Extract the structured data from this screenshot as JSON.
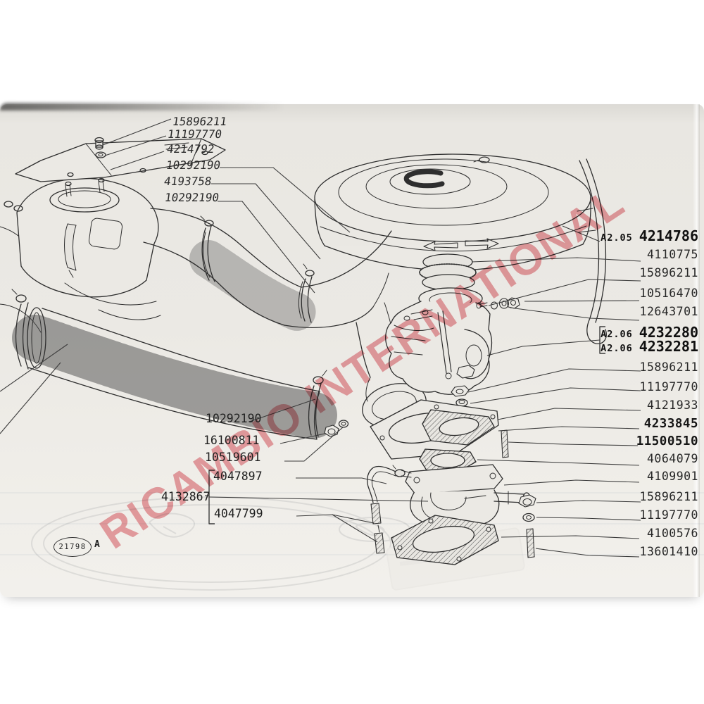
{
  "watermark": {
    "text": "RICAMBIO INTERNATIONAL",
    "color": "#df5863"
  },
  "stamp": {
    "number": "21798",
    "suffix": "A"
  },
  "callouts": {
    "top_left": [
      "15896211",
      "11197770",
      "4214792",
      "10292190",
      "4193758",
      "10292190"
    ],
    "mid_left": [
      "10292190",
      "16100811",
      "10519601"
    ],
    "assembly_group": {
      "group_number": "4132867",
      "members": [
        "4047897",
        "4047799"
      ]
    },
    "right": [
      {
        "ref": "A2.05",
        "number": "4214786"
      },
      {
        "number": "4110775"
      },
      {
        "number": "15896211"
      },
      {
        "number": "10516470"
      },
      {
        "number": "12643701"
      },
      {
        "ref": "A2.06",
        "number": "4232280"
      },
      {
        "ref": "A2.06",
        "number": "4232281"
      },
      {
        "number": "15896211"
      },
      {
        "number": "11197770"
      },
      {
        "number": "4121933"
      },
      {
        "number": "4233845"
      },
      {
        "number": "11500510"
      },
      {
        "number": "4064079"
      },
      {
        "number": "4109901"
      },
      {
        "number": "15896211"
      },
      {
        "number": "11197770"
      },
      {
        "number": "4100576"
      },
      {
        "number": "13601410"
      }
    ]
  }
}
